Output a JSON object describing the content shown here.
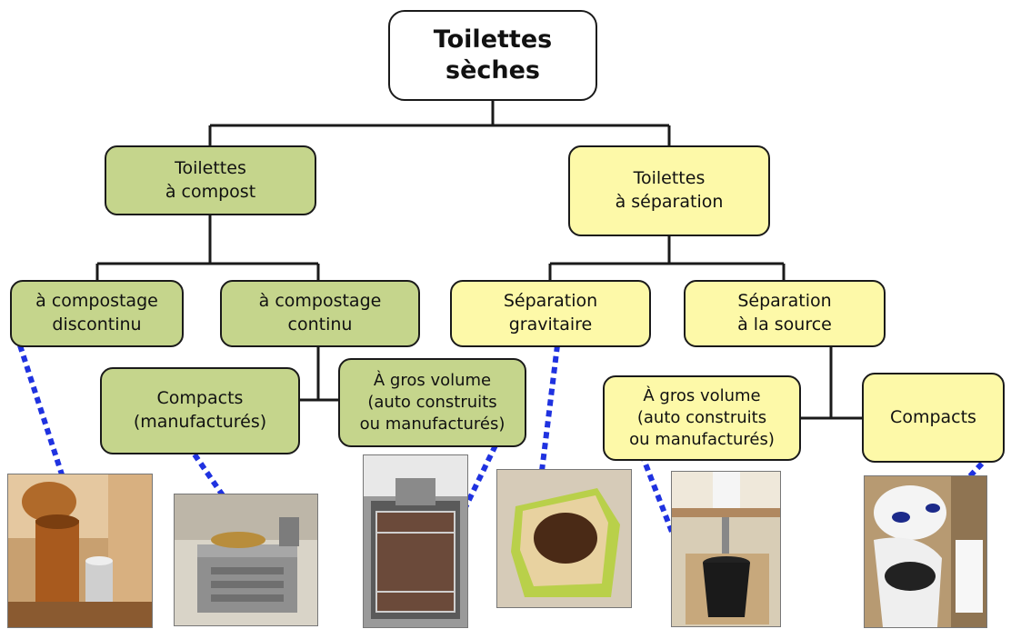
{
  "root": "Toilettes\nsèches",
  "compost": "Toilettes\nà compost",
  "separation": "Toilettes\nà séparation",
  "discontinu": "à compostage\ndiscontinu",
  "continu": "à compostage\ncontinu",
  "gravitaire": "Séparation\ngravitaire",
  "source": "Séparation\nà la source",
  "compacts_manuf": "Compacts\n(manufacturés)",
  "gros_volume_1": "À gros volume\n(auto construits\nou manufacturés)",
  "gros_volume_2": "À gros volume\n(auto construits\nou manufacturés)",
  "compacts": "Compacts",
  "colors": {
    "green": "#c5d58c",
    "yellow": "#fdf9a8",
    "dotted": "#1f32e0",
    "line": "#1a1a1a"
  }
}
